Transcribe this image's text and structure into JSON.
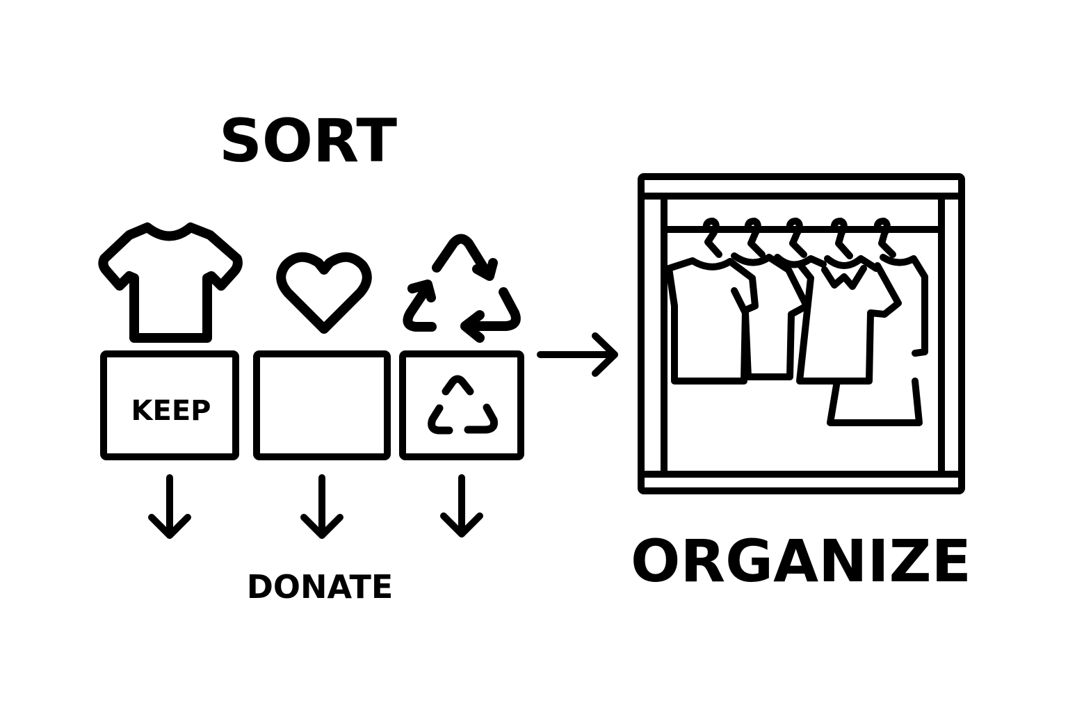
{
  "labels": {
    "sort": "SORT",
    "keep": "KEEP",
    "donate": "DONATE",
    "organize": "ORGANIZE"
  },
  "icons": {
    "shirt": "t-shirt-icon",
    "heart": "heart-icon",
    "recycle": "recycle-icon",
    "recycle_small": "recycle-icon",
    "wardrobe": "wardrobe-icon",
    "arrow": "arrow-icon"
  },
  "colors": {
    "ink": "#000000",
    "background": "#ffffff"
  }
}
